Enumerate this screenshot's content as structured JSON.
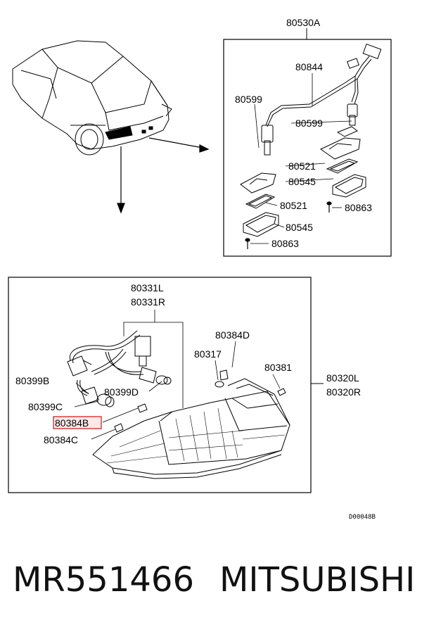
{
  "diagram": {
    "code": "D00048B",
    "highlighted_part": "80384B",
    "upper_box": {
      "assembly": "80530A",
      "parts": [
        "80844",
        "80599",
        "80599",
        "80521",
        "80545",
        "80521",
        "80863",
        "80545",
        "80863"
      ]
    },
    "lower_box": {
      "parts": [
        "80331L",
        "80331R",
        "80384D",
        "80317",
        "80381",
        "80320L",
        "80320R",
        "80399B",
        "80399D",
        "80399C",
        "80384B",
        "80384C"
      ]
    }
  },
  "footer": {
    "part_number": "MR551466",
    "brand": "MITSUBISHI"
  }
}
